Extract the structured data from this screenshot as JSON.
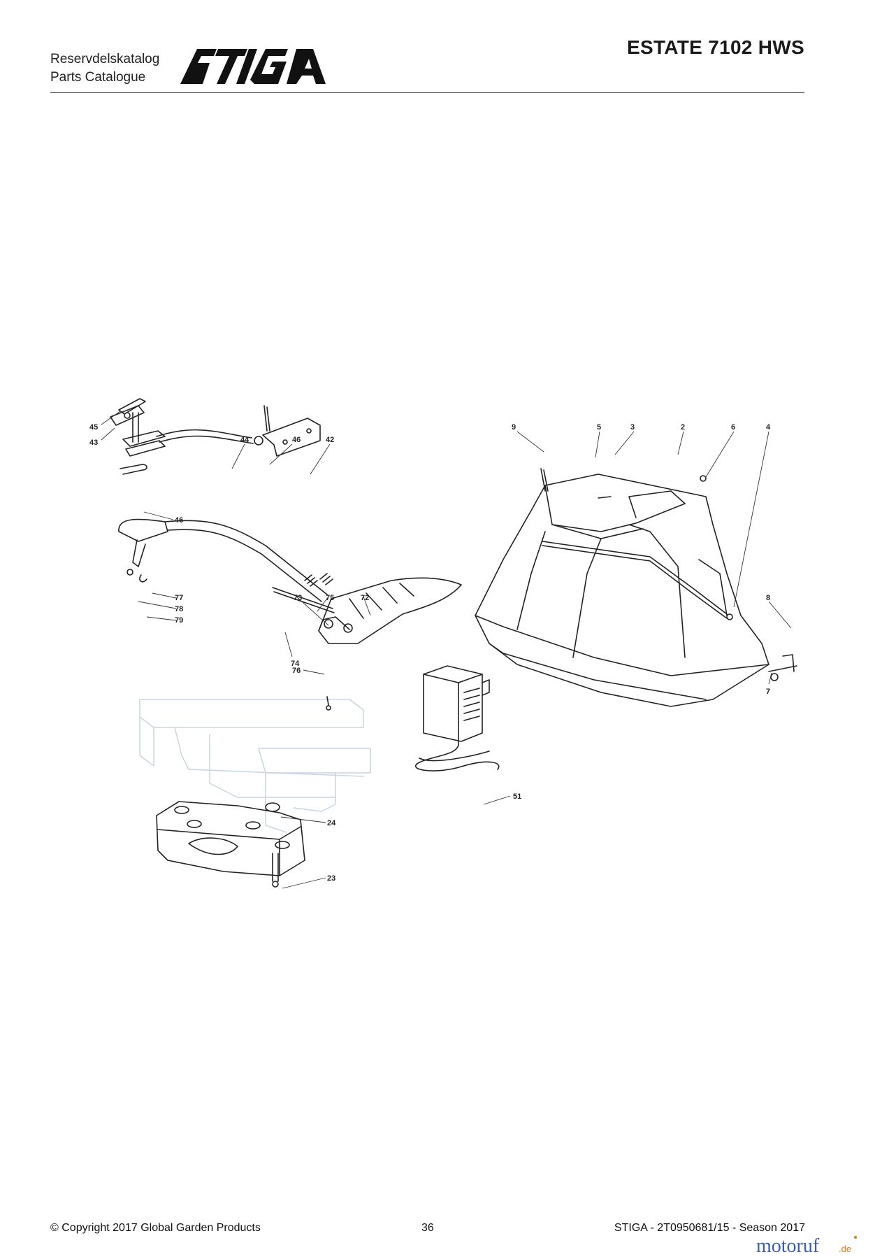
{
  "header": {
    "catalog_sv": "Reservdelskatalog",
    "catalog_en": "Parts Catalogue",
    "brand": "STIGA",
    "model": "ESTATE 7102 HWS"
  },
  "diagram": {
    "callouts": [
      "45",
      "43",
      "44",
      "46",
      "42",
      "46",
      "9",
      "5",
      "3",
      "2",
      "6",
      "4",
      "77",
      "78",
      "79",
      "73",
      "75",
      "72",
      "74",
      "76",
      "8",
      "7",
      "51",
      "24",
      "23"
    ]
  },
  "footer": {
    "copyright": "© Copyright 2017 Global Garden Products",
    "page_number": "36",
    "doc_code": "STIGA - 2T0950681/15 - Season 2017"
  },
  "watermark": {
    "text": "motoruf",
    "suffix": ".de"
  },
  "colors": {
    "line": "#222222",
    "ghost": "#c8d4e0",
    "watermark_blue": "#3a5fa8",
    "watermark_orange": "#e07b1a"
  }
}
